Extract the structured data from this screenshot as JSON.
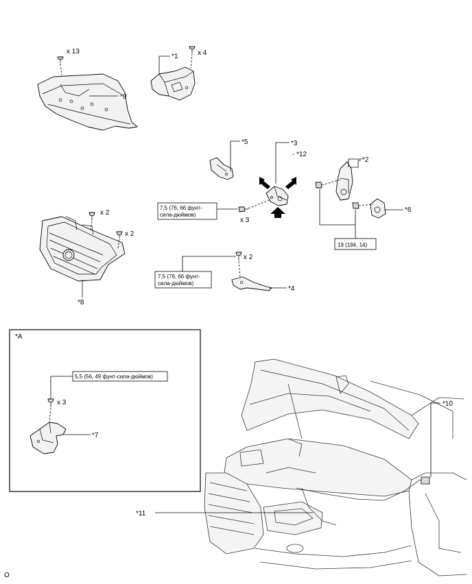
{
  "labels": {
    "l1": "*1",
    "l2": "*2",
    "l3": "*3",
    "l4": "*4",
    "l5": "*5",
    "l6": "*6",
    "l7": "*7",
    "l8": "*8",
    "l9": "*9",
    "l10": "*10",
    "l11": "*11",
    "l12": "- *12",
    "inset": "*A"
  },
  "qty": {
    "q_clip9": "x 13",
    "q_clip1": "x 4",
    "q_grille_top": "x 2",
    "q_grille_side": "x 2",
    "q_latch": "x 3",
    "q_lever": "x 2",
    "q_inset": "x 3"
  },
  "torque": {
    "latch_line1": "7,5 (76, 66 фунт-",
    "latch_line2": "сила-дюймов)",
    "lever_line1": "7,5 (76, 66 фунт-",
    "lever_line2": "сила-дюймов)",
    "horn": "19 (194, 14)",
    "inset": "5,5 (56, 49 фунт-сила-дюймов)"
  },
  "footer": {
    "code": "O"
  }
}
